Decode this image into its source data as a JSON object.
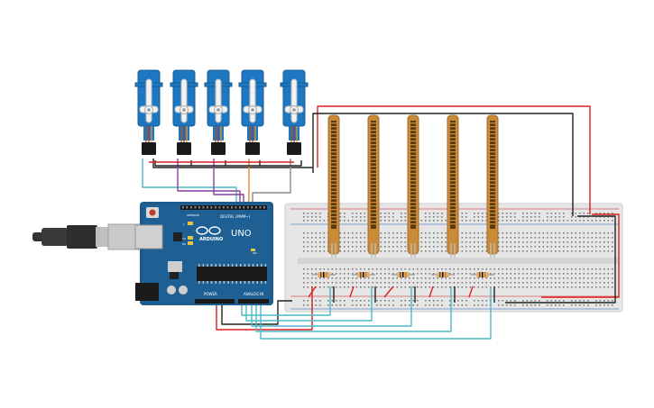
{
  "board": {
    "logo_text": "ARDUINO",
    "model_text": "UNO",
    "digital_label": "DIGITAL (PWM~)",
    "power_label": "POWER",
    "analog_label": "ANALOG IN",
    "tx_label": "TX",
    "rx_label": "RX",
    "pin13_label": "L",
    "on_label": "ON",
    "aref_label": "AREF",
    "gnd_label": "GND"
  },
  "components": {
    "servo_count": 5,
    "flex_sensor_count": 5,
    "resistor_count": 5
  },
  "colors": {
    "board_blue": "#1c5b8c",
    "servo_blue": "#1d78c1",
    "flex_orange": "#c98a3a",
    "breadboard": "#e6e6e6",
    "wire_red": "#d62020",
    "wire_black": "#222222",
    "wire_teal": "#4fb8c8",
    "wire_purple": "#8a3d9e",
    "wire_orange": "#e08a2a",
    "wire_gray": "#8a8a8a"
  }
}
